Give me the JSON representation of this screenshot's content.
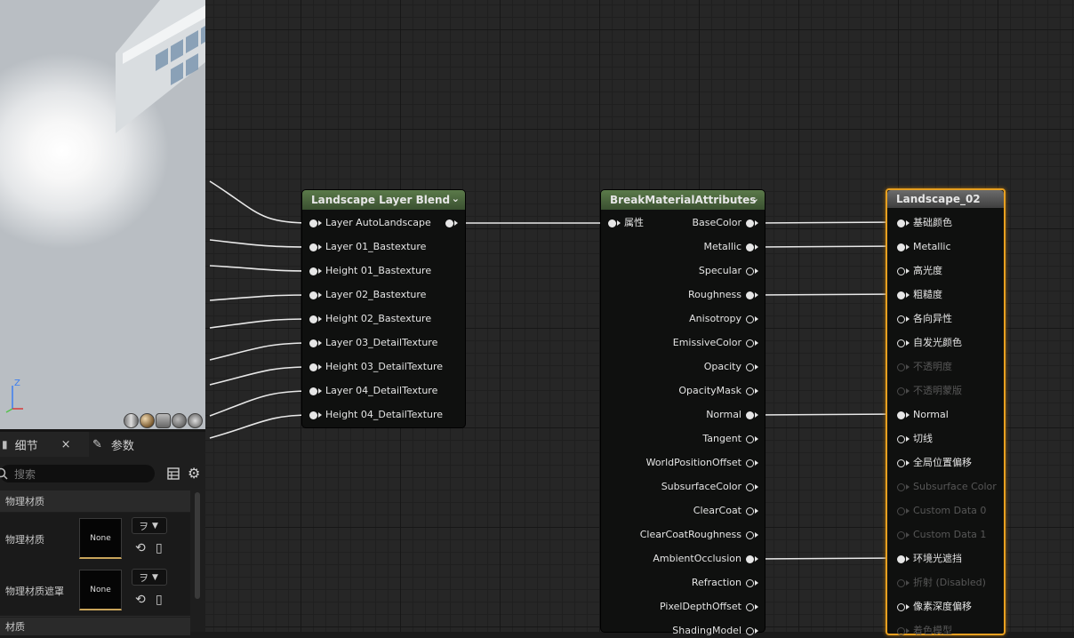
{
  "details_panel": {
    "tab_details": "细节",
    "tab_close": "×",
    "tab_params": "参数",
    "search_placeholder": "搜索",
    "section_physical": "物理材质",
    "row1_label": "物理材质",
    "row1_value": "None",
    "row1_combo": "ヲ",
    "row2_label": "物理材质遮罩",
    "row2_value": "None",
    "row2_combo": "ヲ",
    "section_material": "材质"
  },
  "viewport": {
    "axis_z": "Z"
  },
  "nodes": {
    "layer_blend": {
      "title": "Landscape Layer Blend",
      "inputs": [
        "Layer AutoLandscape",
        "Layer 01_Bastexture",
        "Height 01_Bastexture",
        "Layer 02_Bastexture",
        "Height 02_Bastexture",
        "Layer 03_DetailTexture",
        "Height 03_DetailTexture",
        "Layer 04_DetailTexture",
        "Height 04_DetailTexture"
      ]
    },
    "break_attr": {
      "title": "BreakMaterialAttributes",
      "input": "属性",
      "outputs": [
        "BaseColor",
        "Metallic",
        "Specular",
        "Roughness",
        "Anisotropy",
        "EmissiveColor",
        "Opacity",
        "OpacityMask",
        "Normal",
        "Tangent",
        "WorldPositionOffset",
        "SubsurfaceColor",
        "ClearCoat",
        "ClearCoatRoughness",
        "AmbientOcclusion",
        "Refraction",
        "PixelDepthOffset",
        "ShadingModel"
      ]
    },
    "landscape": {
      "title": "Landscape_02",
      "inputs": [
        "基础颜色",
        "Metallic",
        "高光度",
        "粗糙度",
        "各向异性",
        "自发光颜色",
        "不透明度",
        "不透明蒙版",
        "Normal",
        "切线",
        "全局位置偏移",
        "Subsurface Color",
        "Custom Data 0",
        "Custom Data 1",
        "环境光遮挡",
        "折射 (Disabled)",
        "像素深度偏移",
        "着色模型"
      ]
    }
  }
}
